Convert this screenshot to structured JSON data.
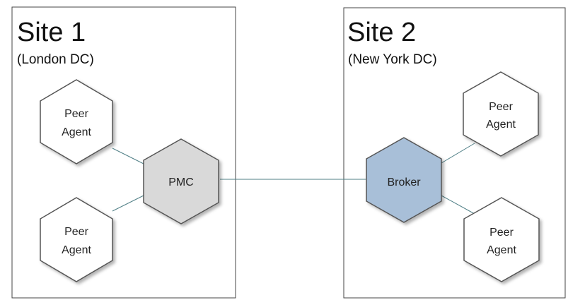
{
  "sites": [
    {
      "title": "Site 1",
      "subtitle": "(London DC)"
    },
    {
      "title": "Site 2",
      "subtitle": "(New York DC)"
    }
  ],
  "nodes": {
    "site1_peer_top": {
      "line1": "Peer",
      "line2": "Agent"
    },
    "site1_peer_bottom": {
      "line1": "Peer",
      "line2": "Agent"
    },
    "pmc": {
      "label": "PMC"
    },
    "broker": {
      "label": "Broker"
    },
    "site2_peer_top": {
      "line1": "Peer",
      "line2": "Agent"
    },
    "site2_peer_bottom": {
      "line1": "Peer",
      "line2": "Agent"
    }
  },
  "colors": {
    "peer_fill": "#ffffff",
    "pmc_fill": "#d9d9d9",
    "broker_fill": "#a8bfd8",
    "link": "#4f7f86"
  }
}
